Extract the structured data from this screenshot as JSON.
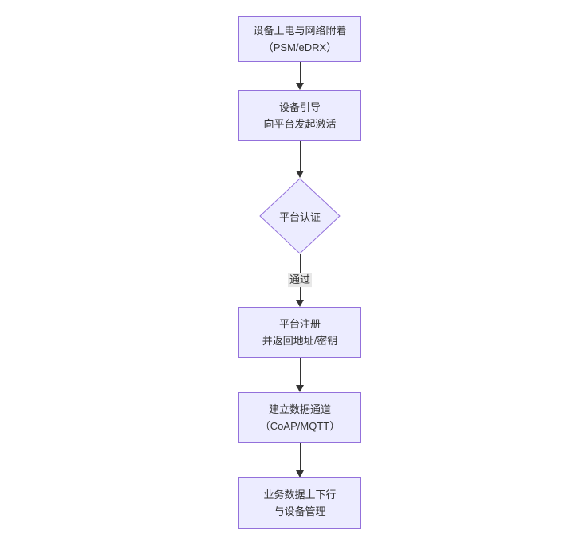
{
  "diagram": {
    "type": "flowchart",
    "direction": "top-down",
    "colors": {
      "node_fill": "#ECECFF",
      "node_border": "#9370DB",
      "arrow": "#333333",
      "text": "#333333",
      "edge_label_bg": "#e8e8e8",
      "background": "#ffffff"
    },
    "nodes": [
      {
        "id": "A",
        "shape": "rect",
        "lines": [
          "设备上电与网络附着",
          "（PSM/eDRX）"
        ]
      },
      {
        "id": "B",
        "shape": "rect",
        "lines": [
          "设备引导",
          "向平台发起激活"
        ]
      },
      {
        "id": "C",
        "shape": "diamond",
        "lines": [
          "平台认证"
        ]
      },
      {
        "id": "D",
        "shape": "rect",
        "lines": [
          "平台注册",
          "并返回地址/密钥"
        ]
      },
      {
        "id": "E",
        "shape": "rect",
        "lines": [
          "建立数据通道",
          "（CoAP/MQTT）"
        ]
      },
      {
        "id": "F",
        "shape": "rect",
        "lines": [
          "业务数据上下行",
          "与设备管理"
        ]
      }
    ],
    "edges": [
      {
        "from": "A",
        "to": "B",
        "label": ""
      },
      {
        "from": "B",
        "to": "C",
        "label": ""
      },
      {
        "from": "C",
        "to": "D",
        "label": "通过"
      },
      {
        "from": "D",
        "to": "E",
        "label": ""
      },
      {
        "from": "E",
        "to": "F",
        "label": ""
      }
    ]
  }
}
